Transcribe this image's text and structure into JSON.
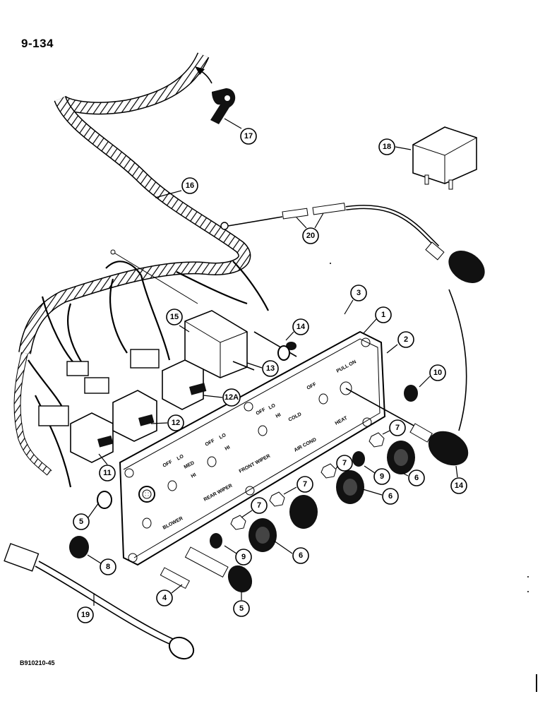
{
  "page_number": "9-134",
  "figure_code": "B910210-45",
  "panel_labels": {
    "off_1": "OFF",
    "lo_1": "LO",
    "med": "MED",
    "hi_1": "HI",
    "off_2": "OFF",
    "lo_2": "LO",
    "hi_2": "HI",
    "off_3": "OFF",
    "lo_3": "LO",
    "hi_3": "HI",
    "off_4": "OFF",
    "pull_on": "PULL ON",
    "cold": "COLD",
    "heat": "HEAT",
    "air_cond": "AIR COND",
    "front_wiper": "FRONT WIPER",
    "rear_wiper": "REAR WIPER",
    "blower": "BLOWER"
  },
  "callouts": [
    "1",
    "2",
    "3",
    "4",
    "5",
    "5",
    "6",
    "6",
    "6",
    "7",
    "7",
    "7",
    "7",
    "8",
    "9",
    "9",
    "10",
    "11",
    "12",
    "12A",
    "13",
    "14",
    "14",
    "15",
    "16",
    "17",
    "18",
    "19",
    "20"
  ]
}
